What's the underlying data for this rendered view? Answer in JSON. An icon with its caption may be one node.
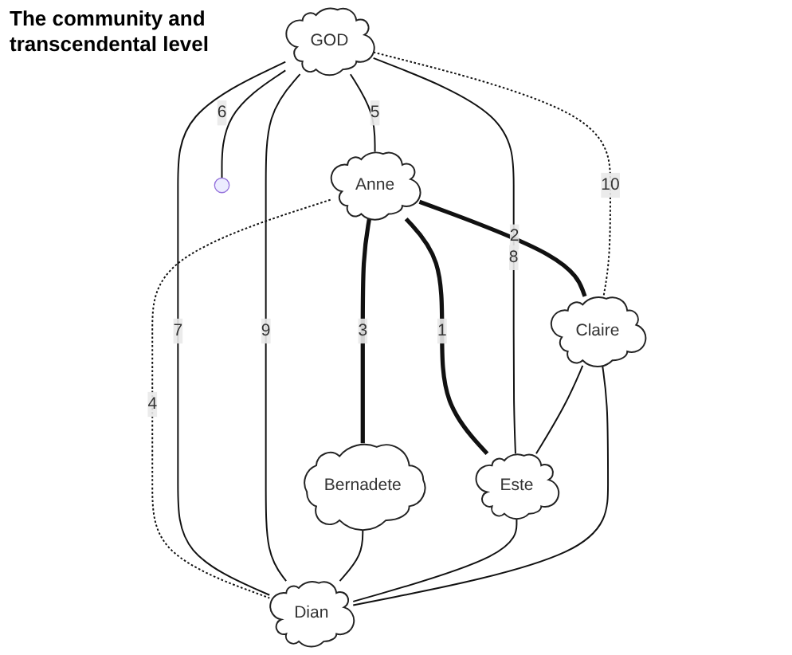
{
  "diagram": {
    "title": "The community and transcendental level",
    "nodes": [
      {
        "text": [
          "GOD"
        ]
      },
      {
        "text": [
          "Anne"
        ]
      },
      {
        "text": [
          "Este"
        ]
      },
      {
        "text": [
          "Bernadete"
        ]
      },
      {
        "text": [
          "Dian"
        ]
      },
      {
        "text": [
          "Claire"
        ]
      }
    ],
    "edges": [
      {
        "from": 1,
        "to": 2,
        "arrow": "none",
        "label": "1",
        "style": "thick"
      },
      {
        "from": 1,
        "to": 5,
        "arrow": "none",
        "label": "2",
        "style": "thick"
      },
      {
        "from": 1,
        "to": 3,
        "arrow": "none",
        "label": "3",
        "style": "thick"
      },
      {
        "from": 1,
        "to": 4,
        "arrow": "none",
        "label": "4",
        "style": "dashed"
      },
      {
        "from": 0,
        "to": 1,
        "arrow": "none",
        "label": "5"
      },
      {
        "from": 0,
        "to": null,
        "arrow": "none",
        "label": "6"
      },
      {
        "from": 0,
        "to": 4,
        "arrow": "none",
        "label": "7"
      },
      {
        "from": 0,
        "to": 2,
        "arrow": "none",
        "label": "8"
      },
      {
        "from": 0,
        "to": 4,
        "arrow": "none",
        "label": "9"
      },
      {
        "from": 0,
        "to": 5,
        "arrow": "none",
        "label": "10",
        "style": "dashed"
      },
      {
        "from": 3,
        "to": 4,
        "arrow": "none"
      },
      {
        "from": 2,
        "to": 4,
        "arrow": "none"
      },
      {
        "from": 5,
        "to": 4,
        "arrow": "none"
      },
      {
        "from": 5,
        "to": 2,
        "arrow": "none"
      }
    ]
  }
}
